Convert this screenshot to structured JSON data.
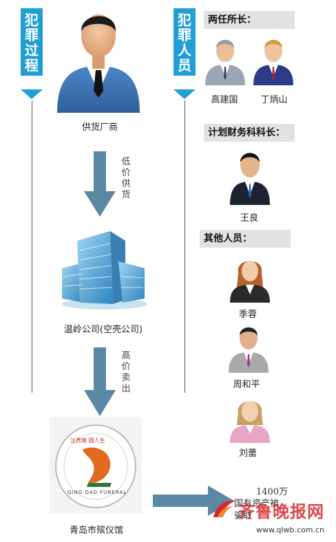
{
  "left_tag": {
    "chars": [
      "犯",
      "罪",
      "过",
      "程"
    ]
  },
  "right_tag": {
    "chars": [
      "犯",
      "罪",
      "人",
      "员"
    ]
  },
  "flow": {
    "supplier": "供货厂商",
    "step1": [
      "低",
      "价",
      "供",
      "货"
    ],
    "shell_company": "温岭公司(空壳公司)",
    "step2": [
      "高",
      "价",
      "卖",
      "出"
    ],
    "funeral_home": "青岛市殡仪馆",
    "logo_text": "QING DAO FUNERAL",
    "logo_top_text": "注真情 圆人生",
    "loss_amount": "1400万",
    "loss_text": "国有资产被骗取"
  },
  "people": {
    "directors_heading": "两任所长：",
    "directors": [
      "高建国",
      "丁炳山"
    ],
    "finance_heading": "计划财务科科长：",
    "finance": [
      "王良"
    ],
    "others_heading": "其他人员：",
    "others": [
      "季蓉",
      "周和平",
      "刘蕾"
    ]
  },
  "watermark": {
    "brand": "齐鲁晚报网",
    "url": "www.qlwb.com.cn"
  },
  "colors": {
    "tag_blue": "#1f9fd4",
    "arrow": "#5a88a5",
    "watermark_red": "#d7262c"
  }
}
